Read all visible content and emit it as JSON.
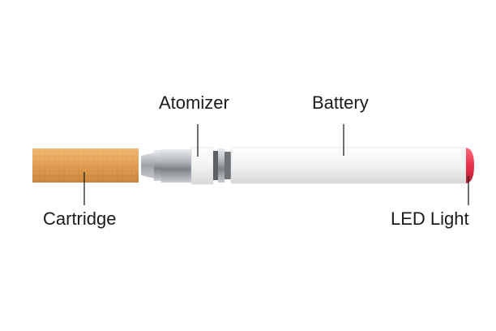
{
  "labels": {
    "atomizer": "Atomizer",
    "battery": "Battery",
    "cartridge": "Cartridge",
    "led_light": "LED Light"
  },
  "colors": {
    "cartridge": "#e3a055",
    "battery": "#f2f2f2",
    "led": "#e8314a",
    "metal": "#9ea3a8",
    "leader_line": "#222222"
  }
}
